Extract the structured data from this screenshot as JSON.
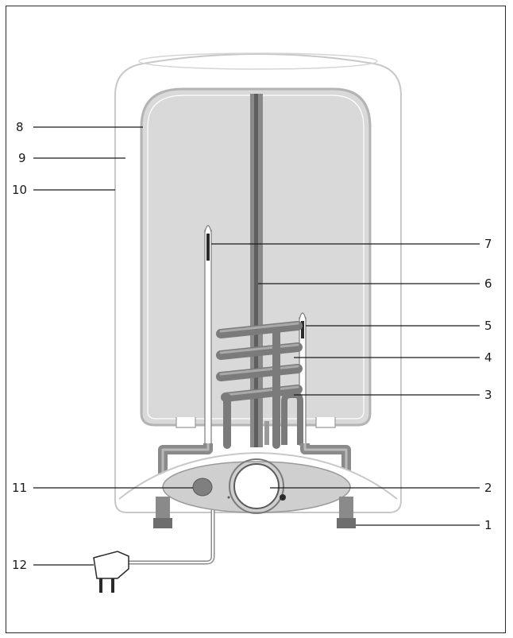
{
  "callouts": {
    "c1": "1",
    "c2": "2",
    "c3": "3",
    "c4": "4",
    "c5": "5",
    "c6": "6",
    "c7": "7",
    "c8": "8",
    "c9": "9",
    "c10": "10",
    "c11": "11",
    "c12": "12"
  },
  "colors": {
    "tank_fill": "#d9d9d9",
    "pipe": "#8a8a8a",
    "outline": "#bdbdbd",
    "line": "#1a1a1a"
  }
}
